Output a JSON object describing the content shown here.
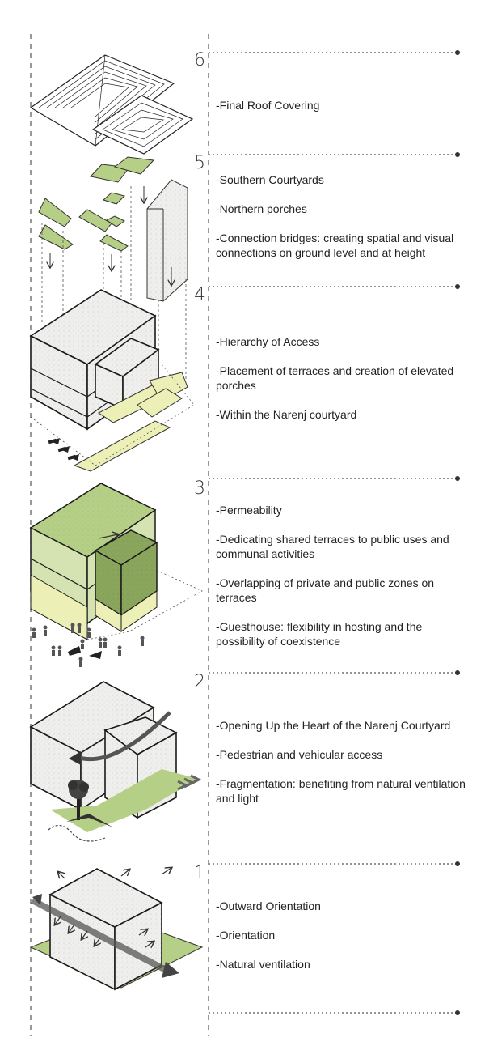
{
  "steps": [
    {
      "number": "6",
      "items": [
        "-Final Roof Covering"
      ]
    },
    {
      "number": "5",
      "items": [
        "-Southern Courtyards",
        "-Northern porches",
        "-Connection bridges: creating spatial and visual connections on ground level and at height"
      ]
    },
    {
      "number": "4",
      "items": [
        "-Hierarchy of Access",
        "-Placement of terraces and creation of elevated porches",
        "-Within the Narenj courtyard"
      ]
    },
    {
      "number": "3",
      "items": [
        "-Permeability",
        "-Dedicating shared terraces to public uses and communal activities",
        "-Overlapping of private and public zones on terraces",
        "-Guesthouse: flexibility in hosting and the possibility of coexistence"
      ]
    },
    {
      "number": "2",
      "items": [
        "-Opening Up the Heart of the Narenj Courtyard",
        "-Pedestrian and vehicular access",
        "-Fragmentation: benefiting from natural ventilation and light"
      ]
    },
    {
      "number": "1",
      "items": [
        "-Outward Orientation",
        "-Orientation",
        "-Natural ventilation"
      ]
    }
  ],
  "colors": {
    "green": "#b5cf86",
    "dark_green": "#8aa65c",
    "yellow": "#ecefb6",
    "pale_green": "#d5e3b3",
    "concrete": "#ececea",
    "line": "#1a1a1a"
  },
  "icons": [
    "roof-icon",
    "courtyard-slab-icon",
    "wall-panel-icon",
    "tree-icon",
    "people-icon",
    "arrow-icon"
  ]
}
